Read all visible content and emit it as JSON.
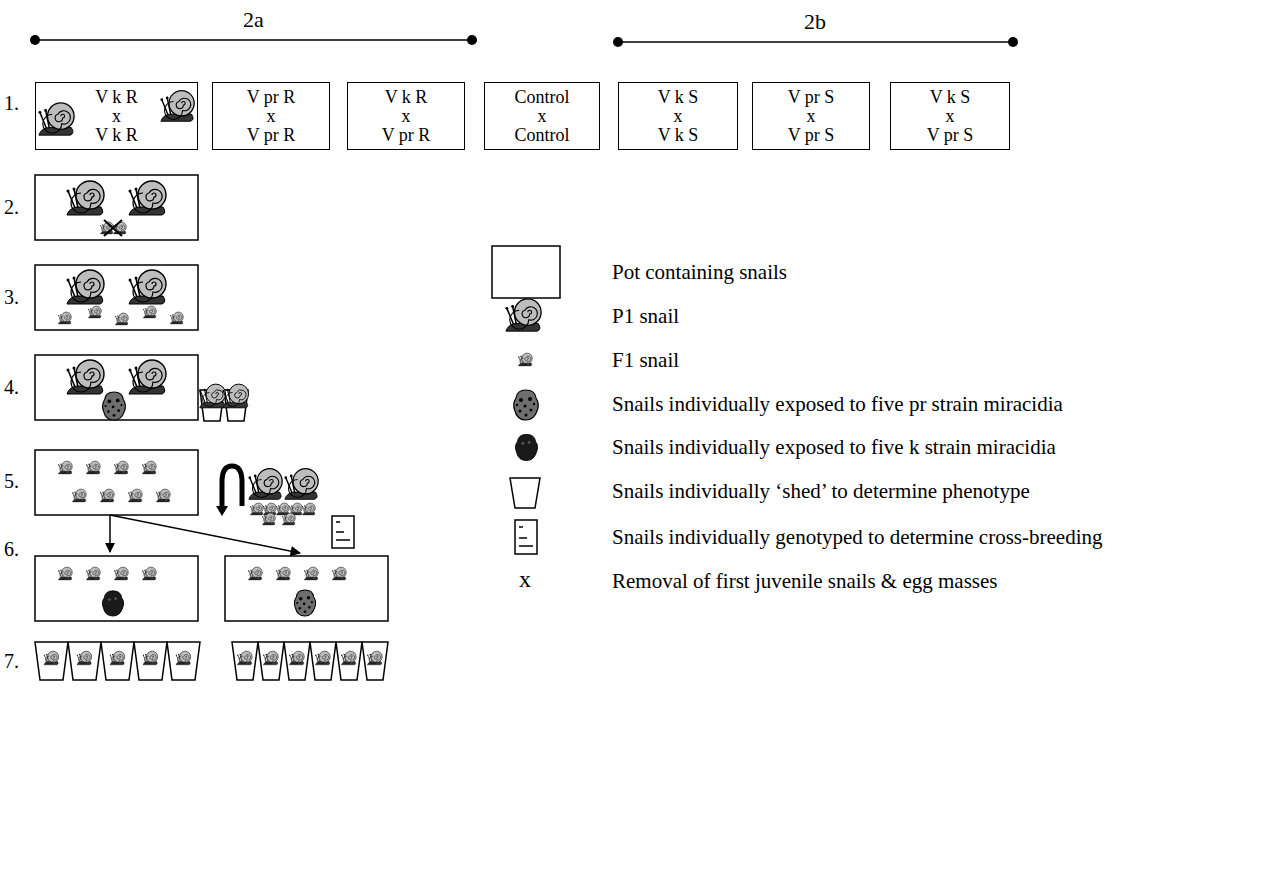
{
  "diagram": {
    "nodes": [
      {
        "text": [
          "V k R",
          "x",
          "V k R"
        ]
      },
      {
        "text": [
          "V pr R",
          "x",
          "V pr R"
        ]
      },
      {
        "text": [
          "V k R",
          "x",
          "V pr R"
        ]
      },
      {
        "text": [
          "Control",
          "x",
          "Control"
        ]
      },
      {
        "text": [
          "V k S",
          "x",
          "V k S"
        ]
      },
      {
        "text": [
          "V pr S",
          "x",
          "V pr S"
        ]
      },
      {
        "text": [
          "V k S",
          "x",
          "V pr S"
        ]
      }
    ],
    "labels": [
      "2a",
      "2b",
      "1.",
      "2.",
      "3.",
      "4.",
      "5.",
      "6.",
      "7.",
      "x"
    ],
    "legend": [
      {
        "text": "Pot containing snails"
      },
      {
        "text": "P1 snail"
      },
      {
        "text": "F1 snail"
      },
      {
        "text": "Snails individually exposed to five pr strain miracidia"
      },
      {
        "text": "Snails individually exposed to five k strain miracidia"
      },
      {
        "text": "Snails individually ‘shed’ to determine phenotype"
      },
      {
        "text": "Snails individually genotyped to determine cross-breeding"
      },
      {
        "text": "Removal of first juvenile snails & egg masses"
      }
    ]
  }
}
